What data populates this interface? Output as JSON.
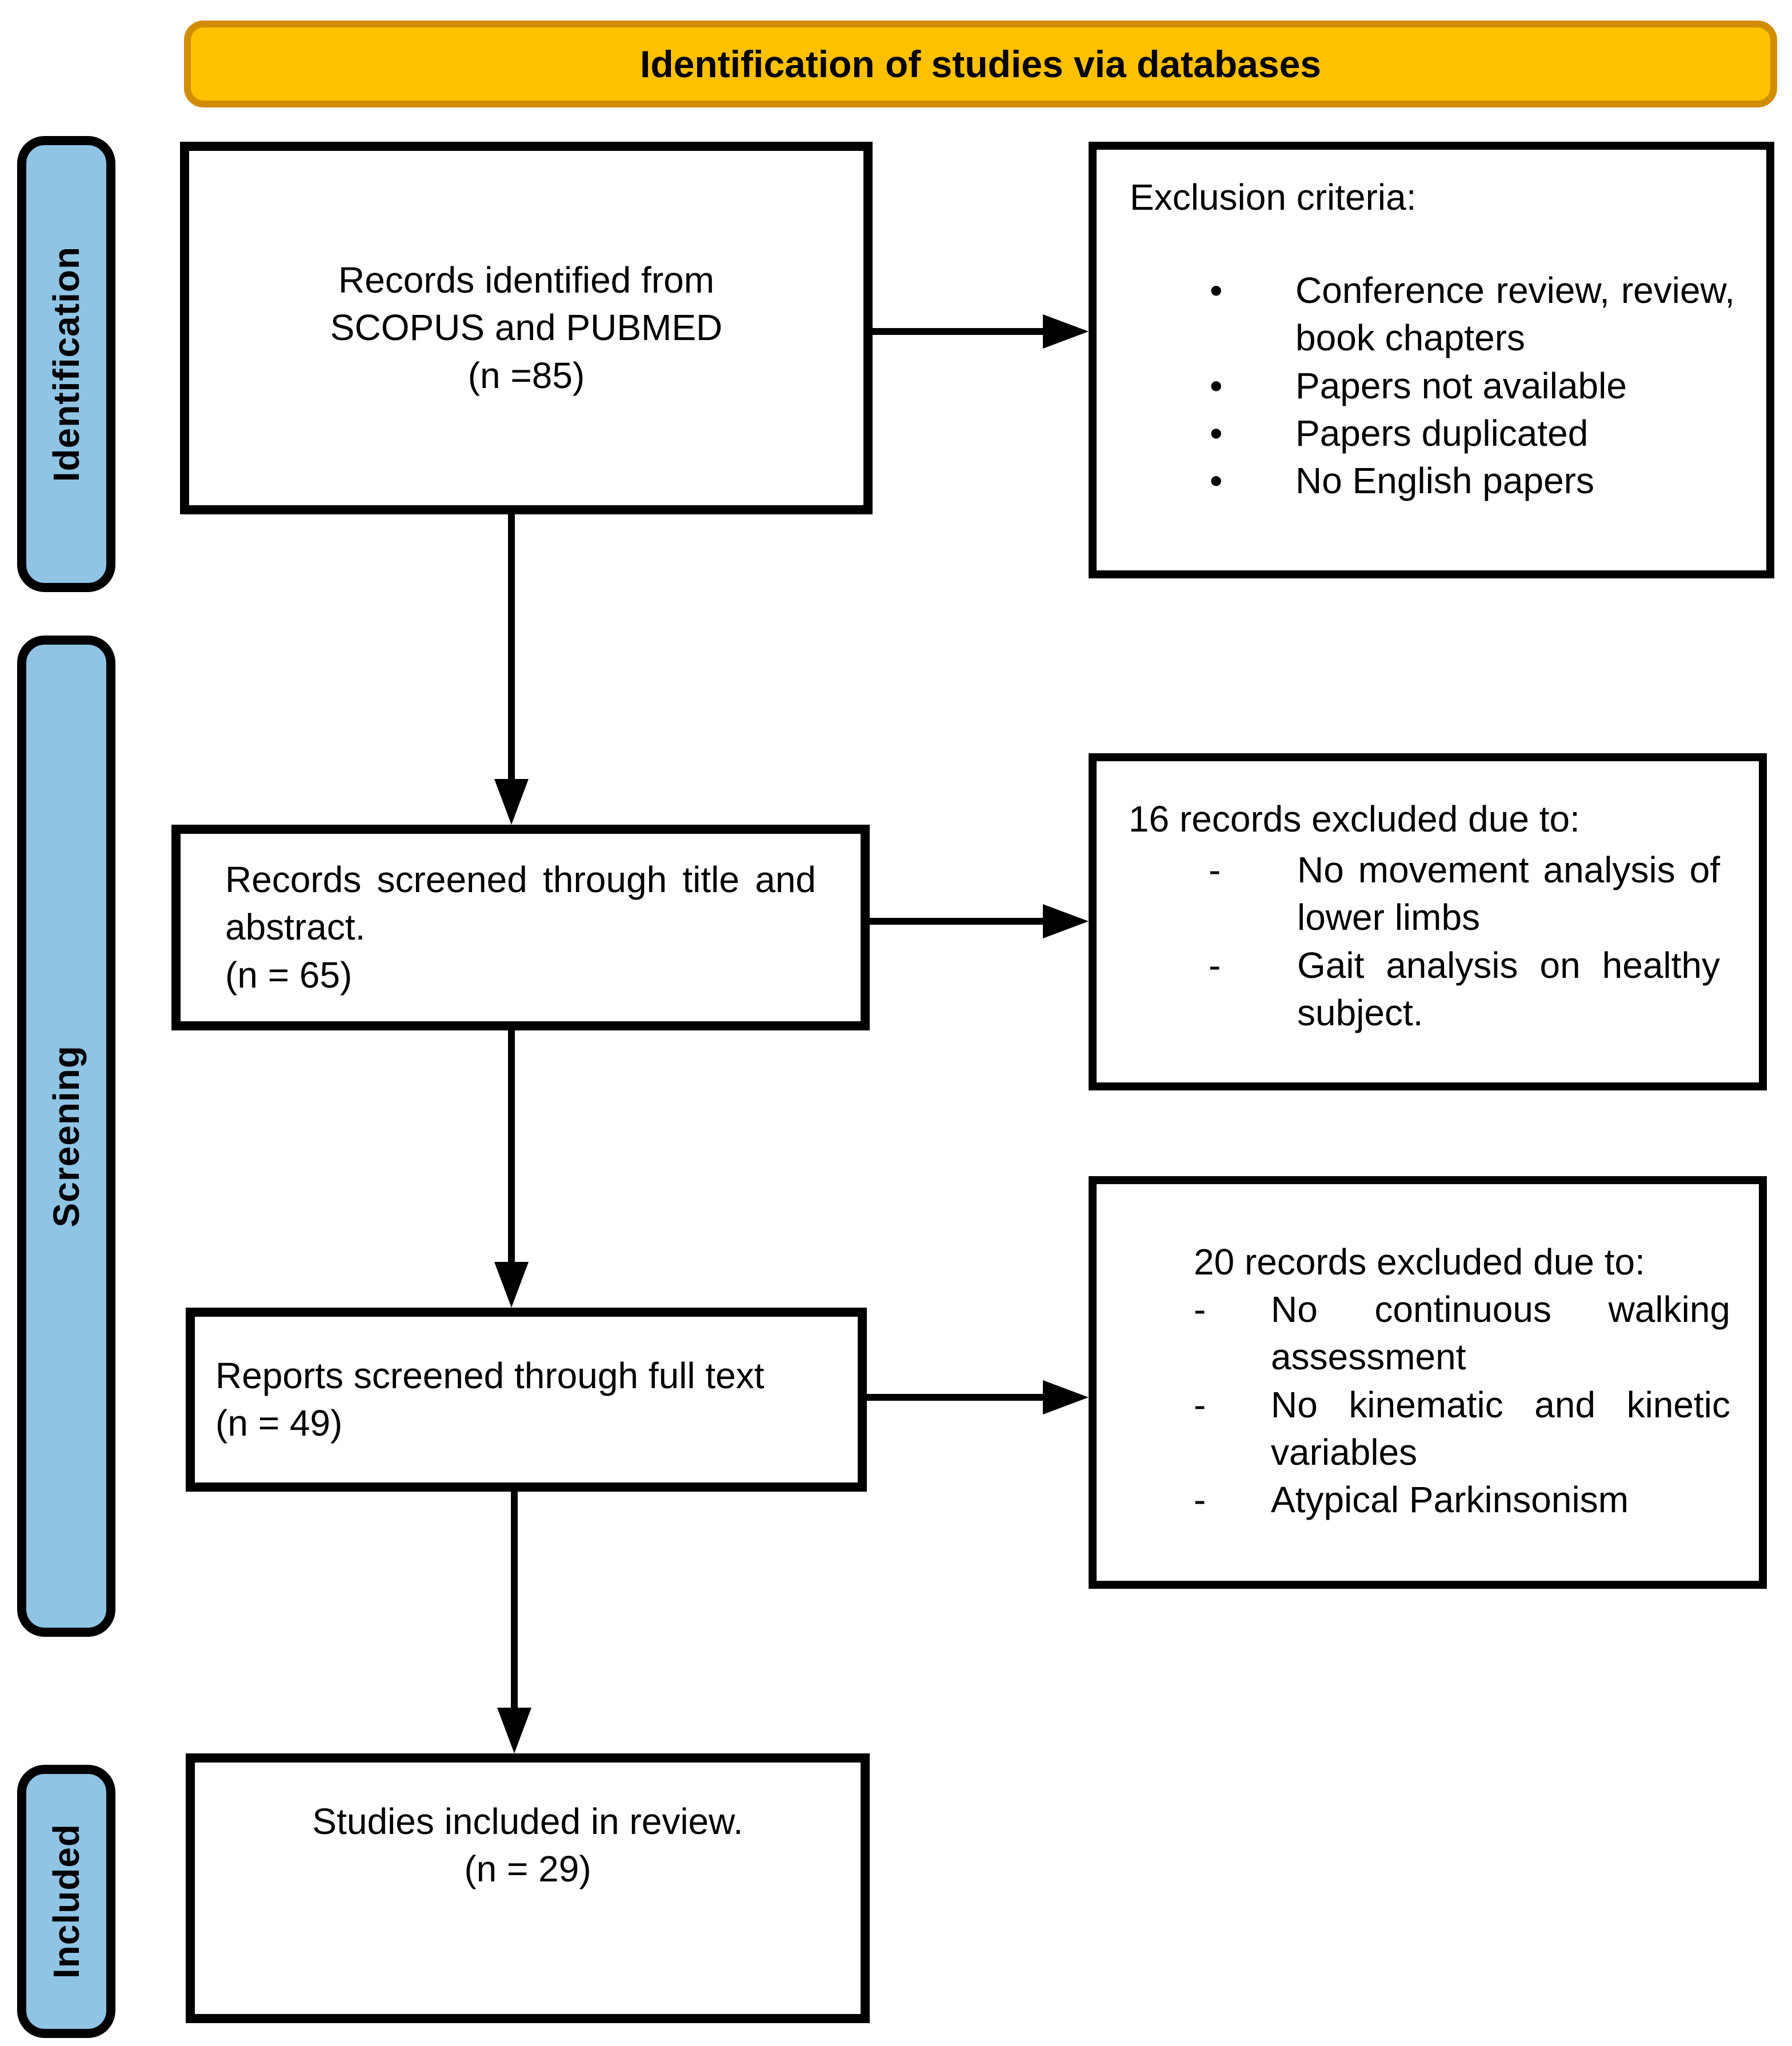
{
  "header": {
    "title": "Identification of studies via databases"
  },
  "stages": {
    "identification": "Identification",
    "screening": "Screening",
    "included": "Included"
  },
  "flow": {
    "box1": {
      "line1": "Records identified from",
      "line2": "SCOPUS and PUBMED",
      "line3": "(n =85)"
    },
    "box2": {
      "line1": "Records screened through title and abstract.",
      "line2": "(n = 65)"
    },
    "box3": {
      "line1": "Reports screened through full text",
      "line2": "(n = 49)"
    },
    "box4": {
      "line1": "Studies included in review.",
      "line2": "(n = 29)"
    }
  },
  "side": {
    "exclusion": {
      "title": "Exclusion criteria:",
      "marker": "•",
      "items": [
        "Conference review, review, book chapters",
        "Papers not available",
        "Papers duplicated",
        "No English papers"
      ]
    },
    "excluded16": {
      "title": "16 records excluded due to:",
      "marker": "-",
      "items": [
        "No movement analysis of lower limbs",
        "Gait analysis on healthy subject."
      ]
    },
    "excluded20": {
      "title": "20 records excluded due to:",
      "marker": "-",
      "items": [
        "No continuous walking assessment",
        "No kinematic and kinetic variables",
        "Atypical Parkinsonism"
      ]
    }
  },
  "colors": {
    "header_fill": "#FFC000",
    "header_border": "#D28C00",
    "stage_fill": "#8FC4E4",
    "stage_border": "#000000",
    "box_border": "#000000",
    "arrow": "#000000",
    "text": "#000000",
    "background": "#FFFFFF"
  }
}
